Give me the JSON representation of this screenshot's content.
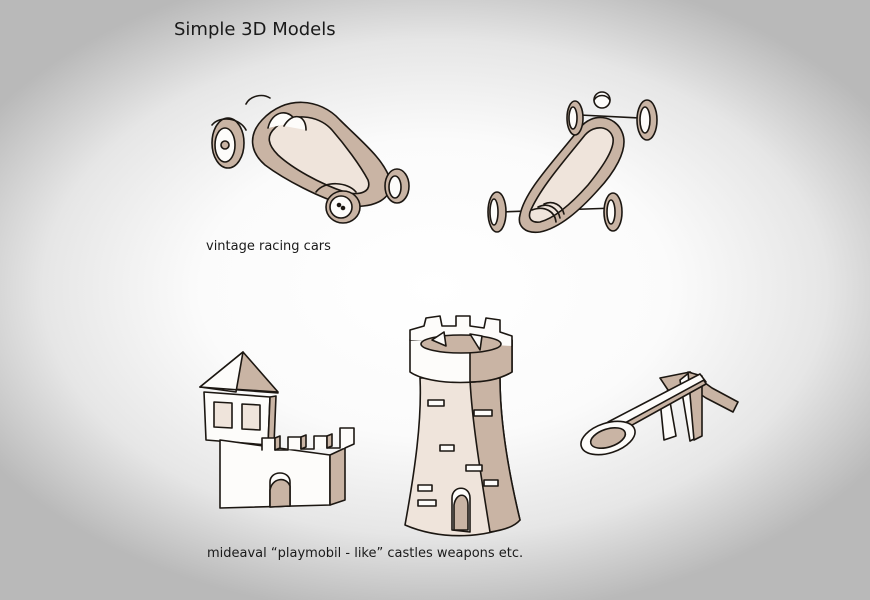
{
  "title": "Simple 3D Models",
  "captions": {
    "cars": "vintage racing cars",
    "castles": "mideaval “playmobil - like” castles weapons etc."
  },
  "colors": {
    "ink": "#1c1712",
    "shade": "#c9b4a4",
    "background_center": "#ffffff",
    "vignette": "#b9b9b9"
  },
  "sketches": [
    "vintage-racing-car-sketch",
    "vintage-racing-car-sketch",
    "castle-wall-sketch",
    "castle-tower-sketch",
    "catapult-sketch"
  ]
}
